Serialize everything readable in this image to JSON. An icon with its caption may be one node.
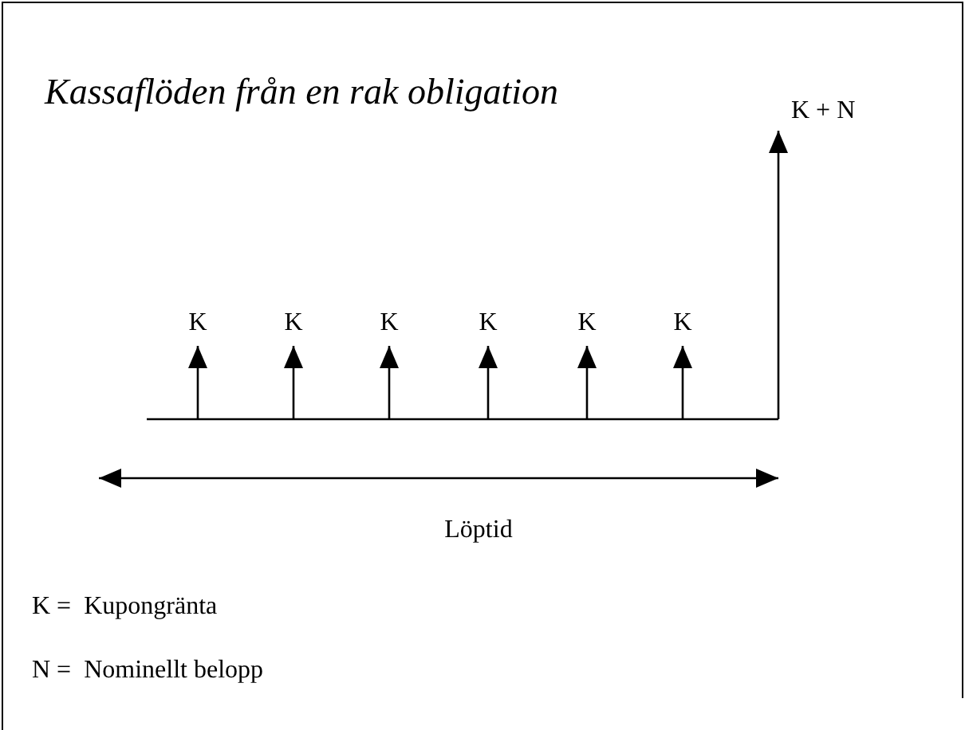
{
  "diagram": {
    "title": "Kassaflöden från en rak obligation",
    "nodes": [
      {
        "text": [
          "K"
        ]
      },
      {
        "text": [
          "K"
        ]
      },
      {
        "text": [
          "K"
        ]
      },
      {
        "text": [
          "K"
        ]
      },
      {
        "text": [
          "K"
        ]
      },
      {
        "text": [
          "K"
        ]
      },
      {
        "text": [
          "K + N"
        ]
      }
    ],
    "edges": [
      {
        "from": null,
        "to": 0,
        "arrow": "to"
      },
      {
        "from": null,
        "to": 1,
        "arrow": "to"
      },
      {
        "from": null,
        "to": 2,
        "arrow": "to"
      },
      {
        "from": null,
        "to": 3,
        "arrow": "to"
      },
      {
        "from": null,
        "to": 4,
        "arrow": "to"
      },
      {
        "from": null,
        "to": 5,
        "arrow": "to"
      },
      {
        "from": null,
        "to": 6,
        "arrow": "to"
      }
    ],
    "labels": [
      "Löptid",
      "K =  Kupongränta",
      "N =  Nominellt belopp"
    ]
  }
}
